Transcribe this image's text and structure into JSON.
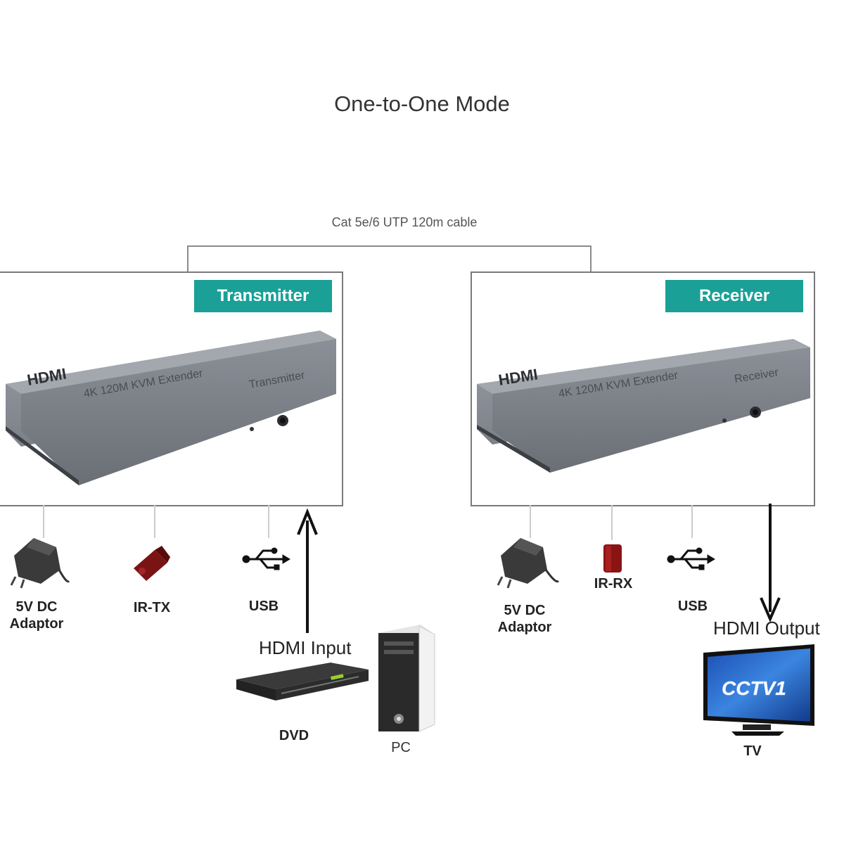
{
  "title": "One-to-One Mode",
  "cable": {
    "label": "Cat 5e/6 UTP 120m cable"
  },
  "transmitter": {
    "badge": "Transmitter",
    "device_text": {
      "brand": "HDMI",
      "model": "4K 120M KVM Extender",
      "unit": "Transmitter"
    }
  },
  "receiver": {
    "badge": "Receiver",
    "device_text": {
      "brand": "HDMI",
      "model": "4K 120M KVM Extender",
      "unit": "Receiver"
    }
  },
  "left_ports": {
    "adaptor_label_1": "5V DC",
    "adaptor_label_2": "Adaptor",
    "ir_label": "IR-TX",
    "usb_label": "USB"
  },
  "right_ports": {
    "adaptor_label_1": "5V DC",
    "adaptor_label_2": "Adaptor",
    "ir_label": "IR-RX",
    "usb_label": "USB"
  },
  "input": {
    "label": "HDMI Input",
    "dvd_label": "DVD",
    "pc_label": "PC"
  },
  "output": {
    "label": "HDMI Output",
    "tv_label": "TV",
    "tv_logo": "CCTV1"
  },
  "colors": {
    "accent": "#1aa097",
    "frame": "#7a7a7a",
    "device": "#7d8189"
  }
}
